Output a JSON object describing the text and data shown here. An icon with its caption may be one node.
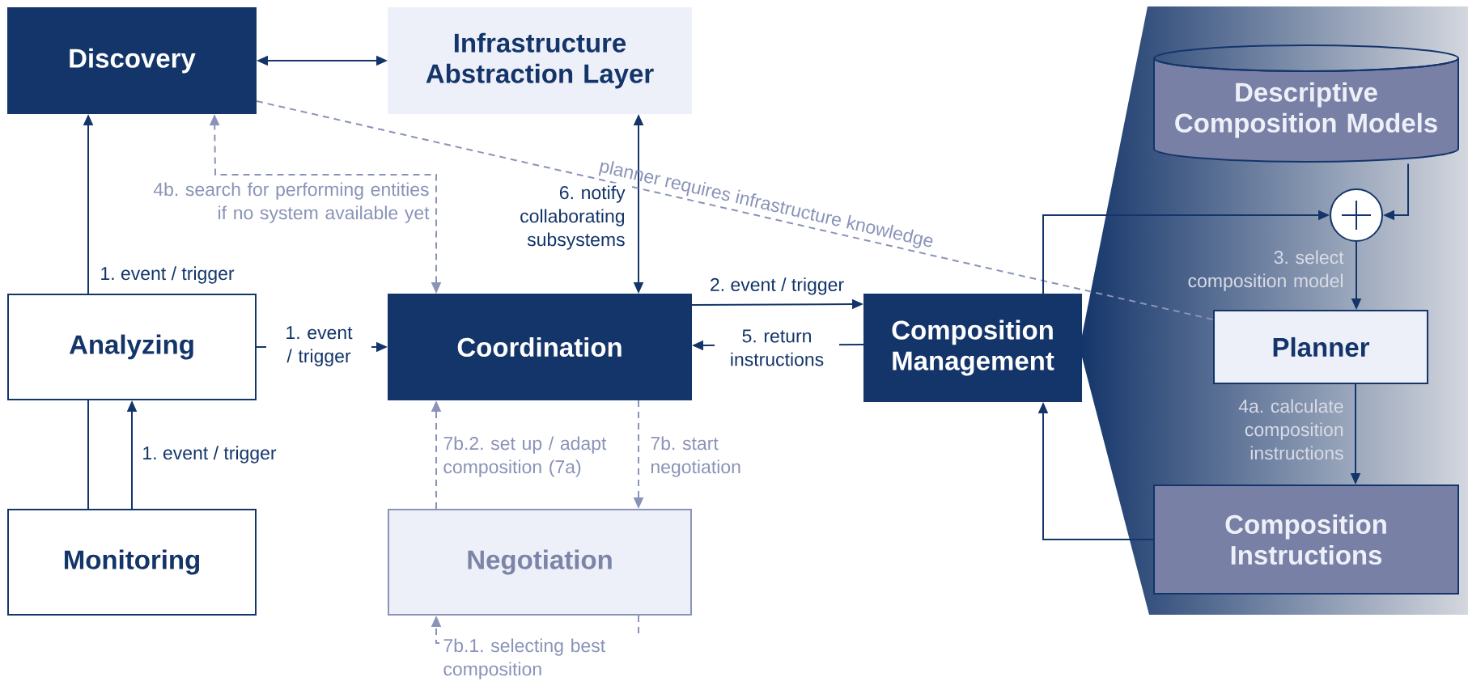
{
  "diagram": {
    "nodes": [
      {
        "text": [
          "Discovery"
        ]
      },
      {
        "text": [
          "Infrastructure Abstraction Layer"
        ]
      },
      {
        "text": [
          "Analyzing"
        ]
      },
      {
        "text": [
          "Coordination"
        ]
      },
      {
        "text": [
          "Composition Management"
        ]
      },
      {
        "text": [
          "Monitoring"
        ]
      },
      {
        "text": [
          "Negotiation"
        ]
      },
      {
        "text": [
          "Descriptive Composition Models"
        ]
      },
      {
        "text": [],
        "shape": "circle"
      },
      {
        "text": [
          "Planner"
        ]
      },
      {
        "text": [
          "Composition Instructions"
        ]
      }
    ],
    "edges": [
      {
        "from": 0,
        "to": 1,
        "arrow": "both"
      },
      {
        "from": 2,
        "to": 0,
        "arrow": "to",
        "label": "1. event / trigger"
      },
      {
        "from": 3,
        "to": 0,
        "arrow": "both",
        "label": "4b. search for performing entities if no system available yet",
        "style": "dashed",
        "color": "#8a93b8"
      },
      {
        "from": 1,
        "to": 3,
        "arrow": "both",
        "label": "6. notify collaborating subsystems"
      },
      {
        "from": 2,
        "to": 3,
        "arrow": "to",
        "label": "1. event / trigger"
      },
      {
        "from": 3,
        "to": 4,
        "arrow": "to",
        "label": "2. event / trigger"
      },
      {
        "from": 4,
        "to": 3,
        "arrow": "to",
        "label": "5. return instructions"
      },
      {
        "from": 5,
        "to": 2,
        "arrow": "to",
        "label": "1. event / trigger"
      },
      {
        "from": 5,
        "to": 2,
        "arrow": "none"
      },
      {
        "from": 6,
        "to": 3,
        "arrow": "to",
        "label": "7b.2. set up / adapt composition (7a)",
        "style": "dashed",
        "color": "#8a93b8"
      },
      {
        "from": 3,
        "to": 6,
        "arrow": "to",
        "label": "7b. start negotiation",
        "style": "dashed",
        "color": "#8a93b8"
      },
      {
        "from": 6,
        "to": 6,
        "arrow": "to",
        "label": "7b.1. selecting best composition",
        "style": "dashed",
        "color": "#8a93b8"
      },
      {
        "from": 0,
        "to": 9,
        "arrow": "none",
        "label": "planner requires infrastructure knowledge",
        "style": "dashed",
        "color": "#8a93b8"
      },
      {
        "from": 4,
        "to": 8,
        "arrow": "to"
      },
      {
        "from": 7,
        "to": 8,
        "arrow": "to"
      },
      {
        "from": 8,
        "to": 9,
        "arrow": "to",
        "label": "3. select composition model"
      },
      {
        "from": 9,
        "to": 10,
        "arrow": "to",
        "label": "4a. calculate composition instructions"
      },
      {
        "from": 10,
        "to": 4,
        "arrow": "to"
      }
    ]
  }
}
